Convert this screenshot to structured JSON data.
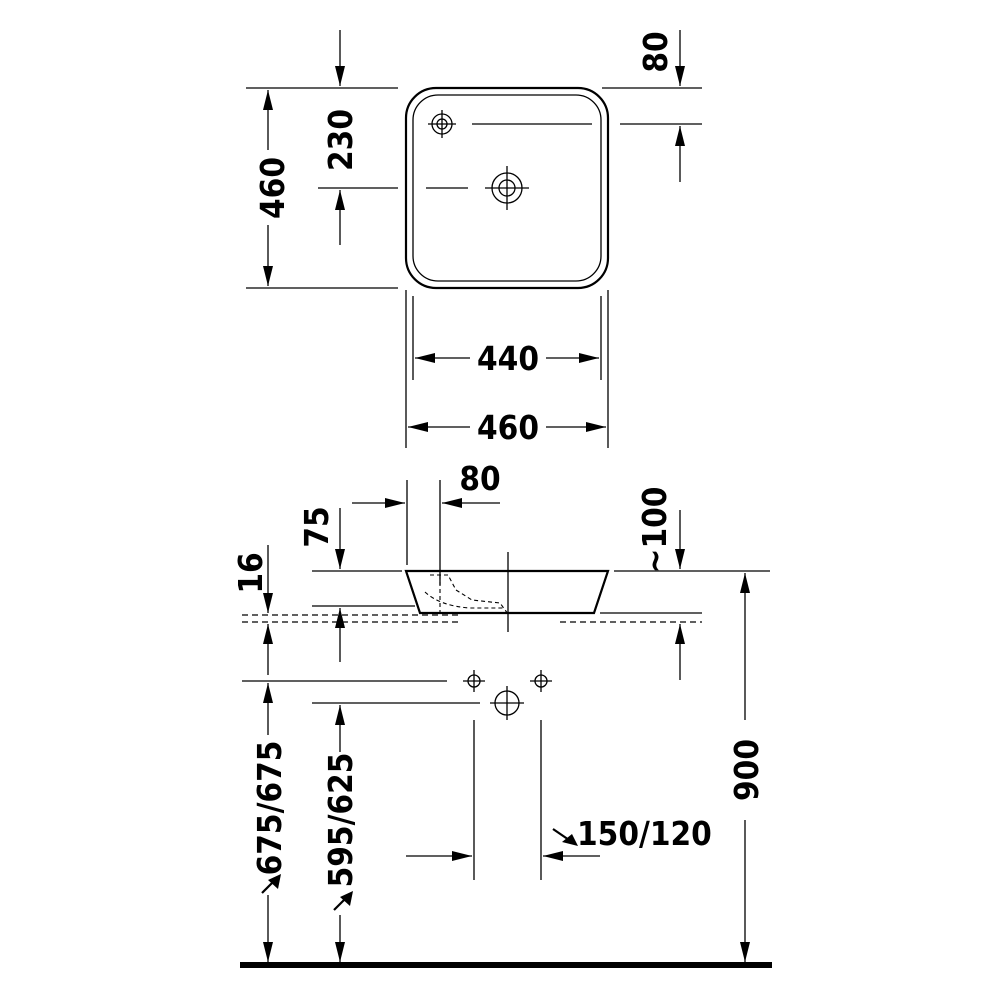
{
  "plan_view": {
    "dim_depth": "460",
    "dim_tap_offset": "230",
    "dim_rim_offset": "80",
    "dim_inner_width": "440",
    "dim_outer_width": "460"
  },
  "side_view": {
    "dim_top_80": "80",
    "dim_75": "75",
    "dim_16": "16",
    "dim_approx_100": "~100",
    "dim_675": "675/675",
    "dim_595": "595/625",
    "dim_150": "150/120",
    "dim_900": "900"
  }
}
